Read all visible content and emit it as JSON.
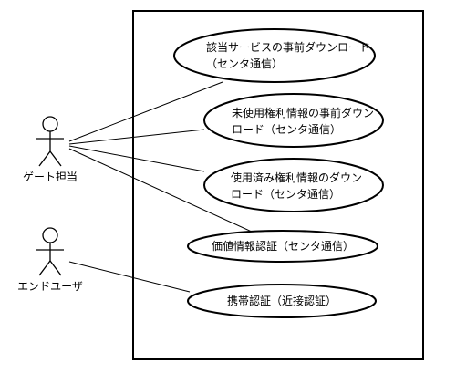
{
  "actors": [
    {
      "id": "gate-staff",
      "label": "ゲート担当"
    },
    {
      "id": "end-user",
      "label": "エンドユーザ"
    }
  ],
  "use_cases": [
    {
      "id": "uc1",
      "lines": [
        "該当サービスの事前ダウンロード",
        "（センタ通信）"
      ]
    },
    {
      "id": "uc2",
      "lines": [
        "未使用権利情報の事前ダウン",
        "ロード（センタ通信）"
      ]
    },
    {
      "id": "uc3",
      "lines": [
        "使用済み権利情報のダウン",
        "ロード（センタ通信）"
      ]
    },
    {
      "id": "uc4",
      "lines": [
        "価値情報認証（センタ通信）"
      ]
    },
    {
      "id": "uc5",
      "lines": [
        "携帯認証（近接認証）"
      ]
    }
  ],
  "associations": [
    {
      "from": "gate-staff",
      "to": "uc1"
    },
    {
      "from": "gate-staff",
      "to": "uc2"
    },
    {
      "from": "gate-staff",
      "to": "uc3"
    },
    {
      "from": "gate-staff",
      "to": "uc4"
    },
    {
      "from": "end-user",
      "to": "uc5"
    }
  ]
}
